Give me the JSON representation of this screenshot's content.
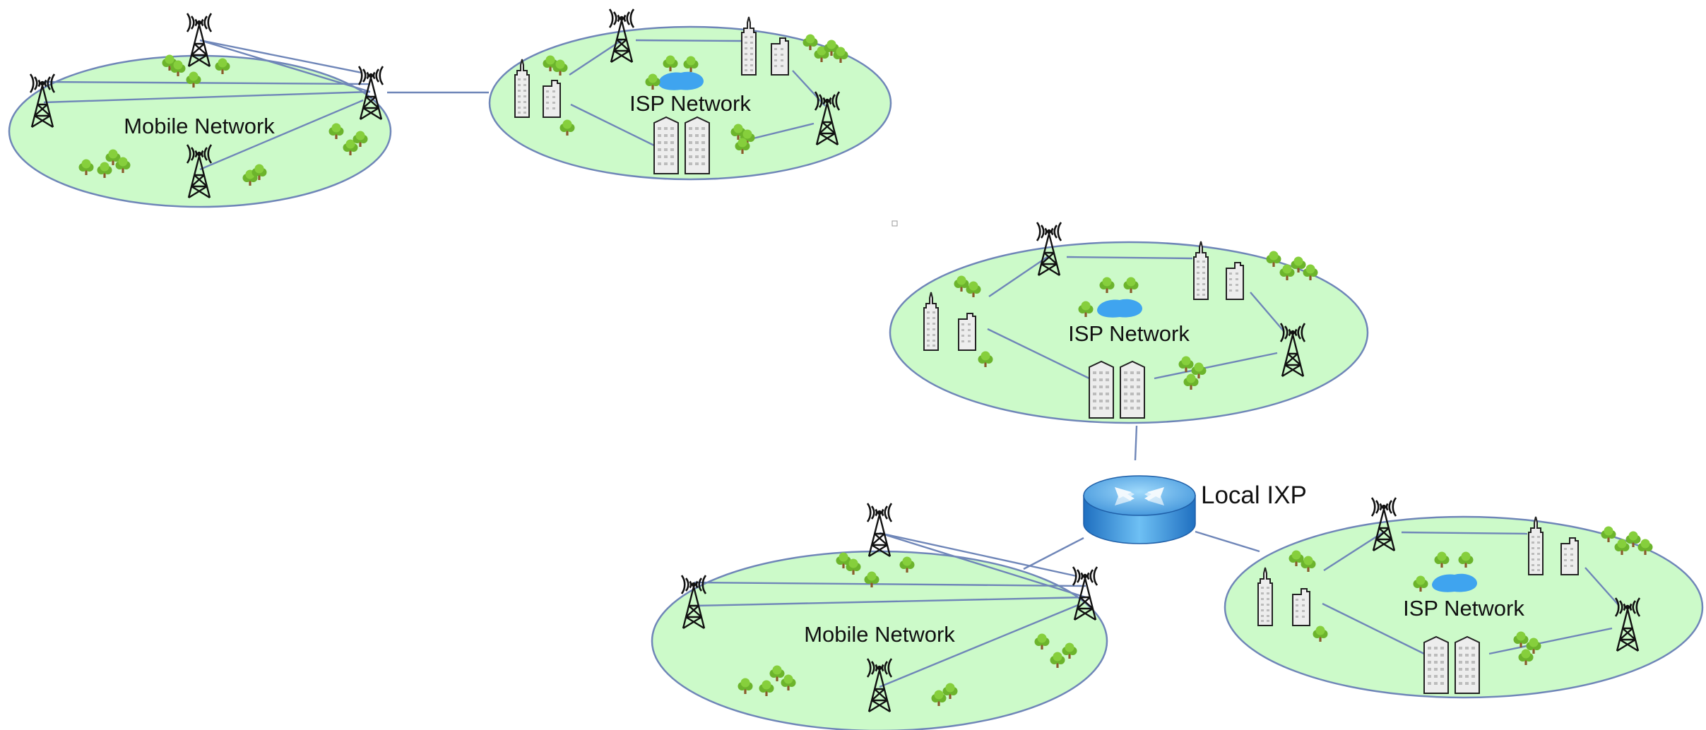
{
  "networks": {
    "mobile_top": {
      "label": "Mobile Network"
    },
    "isp_top": {
      "label": "ISP Network"
    },
    "isp_mid": {
      "label": "ISP Network"
    },
    "mobile_bottom": {
      "label": "Mobile Network"
    },
    "isp_bottom": {
      "label": "ISP Network"
    }
  },
  "ixp": {
    "label": "Local IXP"
  },
  "icons": {
    "tower": "cell-tower-icon",
    "building": "building-icon",
    "tree": "tree-icon",
    "lake": "lake-icon",
    "router": "router-icon"
  },
  "colors": {
    "cloud_fill": "#ccfac9",
    "cloud_stroke": "#6f86b8",
    "link": "#6f86b8",
    "tree": "#7cc234",
    "lake": "#3fa4ef",
    "router": "#3a8fd8"
  }
}
